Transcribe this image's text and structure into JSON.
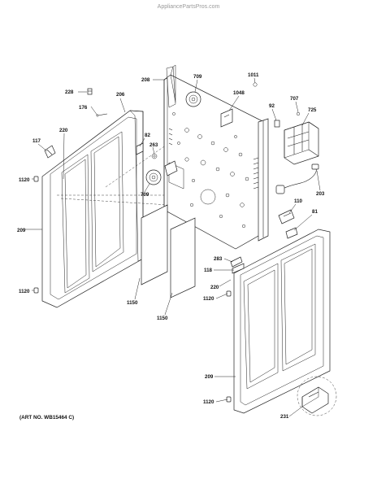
{
  "watermark": "AppliancePartsPros.com",
  "art_number": "(ART NO. WB15464 C)",
  "callouts": {
    "p228": "228",
    "p176": "176",
    "p206": "206",
    "p220a": "220",
    "p117": "117",
    "p1120a": "1120",
    "p209a": "209",
    "p1120b": "1120",
    "p208": "208",
    "p709a": "709",
    "p1011": "1011",
    "p1048": "1048",
    "p92": "92",
    "p707": "707",
    "p725": "725",
    "p82": "82",
    "p263": "263",
    "p709b": "709",
    "p203": "203",
    "p110": "110",
    "p81": "81",
    "p1150a": "1150",
    "p1150b": "1150",
    "p283": "283",
    "p118": "118",
    "p220b": "220",
    "p1120c": "1120",
    "p209b": "209",
    "p1120d": "1120",
    "p231": "231"
  }
}
